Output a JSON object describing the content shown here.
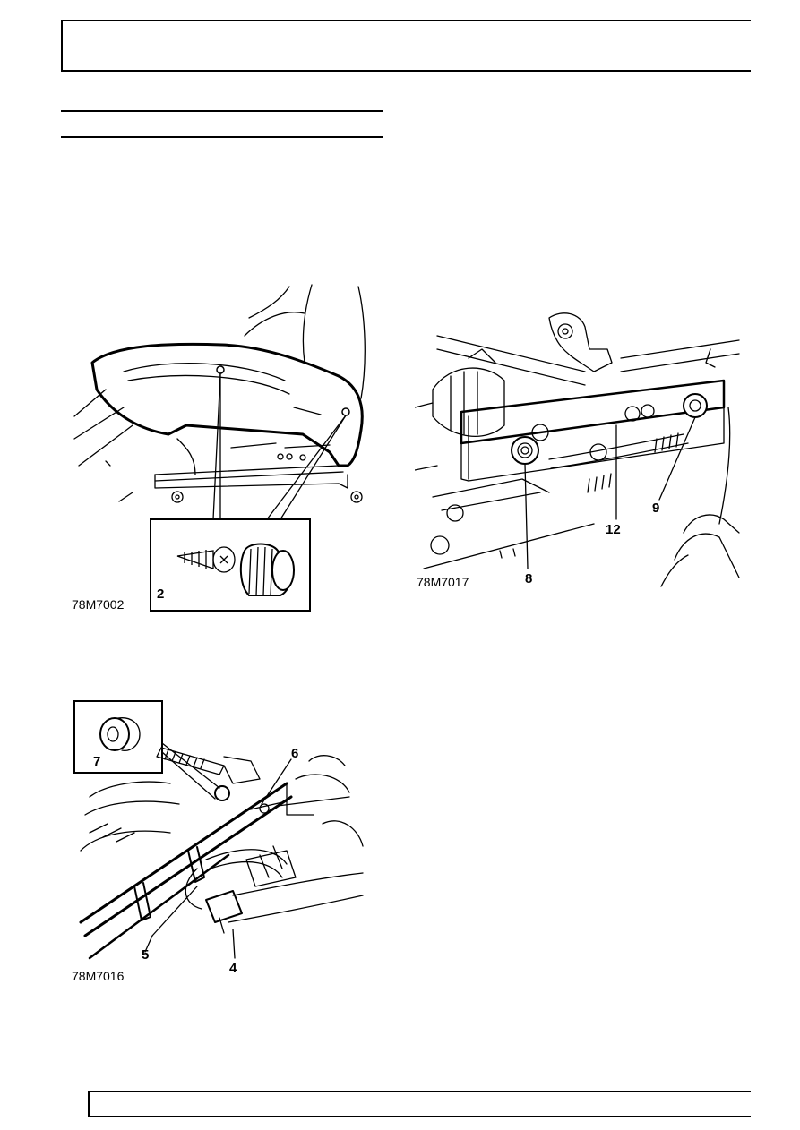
{
  "figures": [
    {
      "code": "78M7002",
      "callouts": [
        "2"
      ]
    },
    {
      "code": "78M7017",
      "callouts": [
        "8",
        "9",
        "12"
      ]
    },
    {
      "code": "78M7016",
      "callouts": [
        "7",
        "6",
        "5",
        "4"
      ]
    }
  ]
}
